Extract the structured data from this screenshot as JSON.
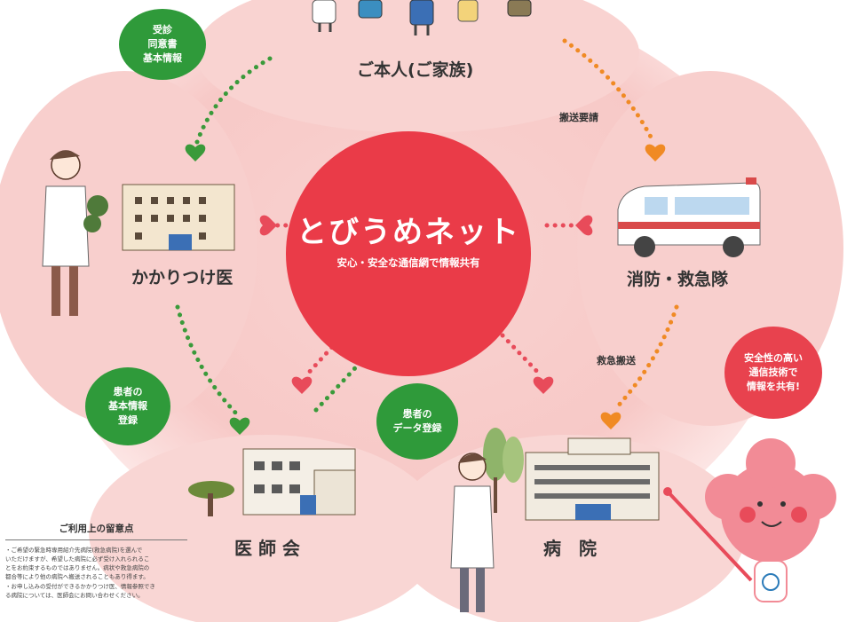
{
  "center": {
    "logo": "とびうめネット",
    "subtitle": "安心・安全な通信網で情報共有"
  },
  "nodes": {
    "patient": "ご本人(ご家族)",
    "doctor": "かかりつけ医",
    "ems": "消防・救急隊",
    "association": "医 師 会",
    "hospital": "病　院"
  },
  "bubbles": {
    "consent": [
      "受診",
      "同意書",
      "基本情報"
    ],
    "register_basic": [
      "患者の",
      "基本情報",
      "登録"
    ],
    "register_data": [
      "患者の",
      "データ登録"
    ],
    "mascot_speech": [
      "安全性の高い",
      "通信技術で",
      "情報を共有!"
    ]
  },
  "arrow_labels": {
    "transport_request": "搬送要請",
    "emergency_transport": "救急搬送"
  },
  "notes": {
    "title": "ご利用上の留意点",
    "lines": [
      "・ご希望の緊急時専用紹介先病院(救急病院)を選んで",
      "いただけますが、希望した病院に必ず受け入れられるこ",
      "とをお約束するものではありません。病状や救急病院の",
      "都合等により他の病院へ搬送されることもあり得ます。",
      "・お申し込みの受付ができるかかりつけ医、情報参照でき",
      "る病院については、医師会にお問い合わせください。"
    ]
  },
  "colors": {
    "center_red": "#ea3b48",
    "green": "#2f9a3a",
    "orange": "#f08a24",
    "pink_bg": "#f7c6c6",
    "mascot": "#f28b96"
  }
}
